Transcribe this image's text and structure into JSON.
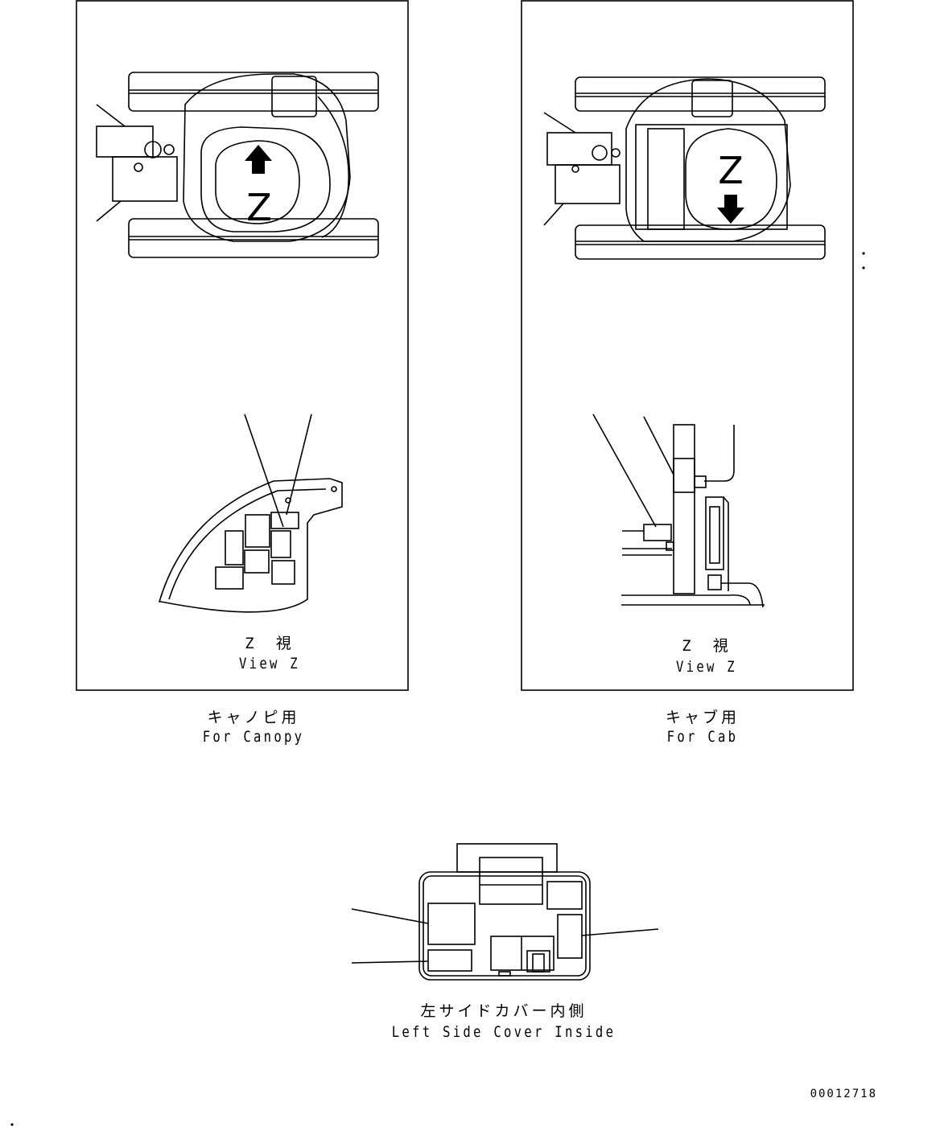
{
  "panels": {
    "canopy": {
      "view_marker": "Z",
      "view_jp": "Z　視",
      "view_en": "View Z",
      "caption_jp": "キャノピ用",
      "caption_en": "For Canopy"
    },
    "cab": {
      "view_marker": "Z",
      "view_jp": "Z　視",
      "view_en": "View Z",
      "caption_jp": "キャブ用",
      "caption_en": "For Cab"
    }
  },
  "cover": {
    "caption_jp": "左サイドカバー内側",
    "caption_en": "Left Side Cover Inside"
  },
  "part_number": "00012718"
}
